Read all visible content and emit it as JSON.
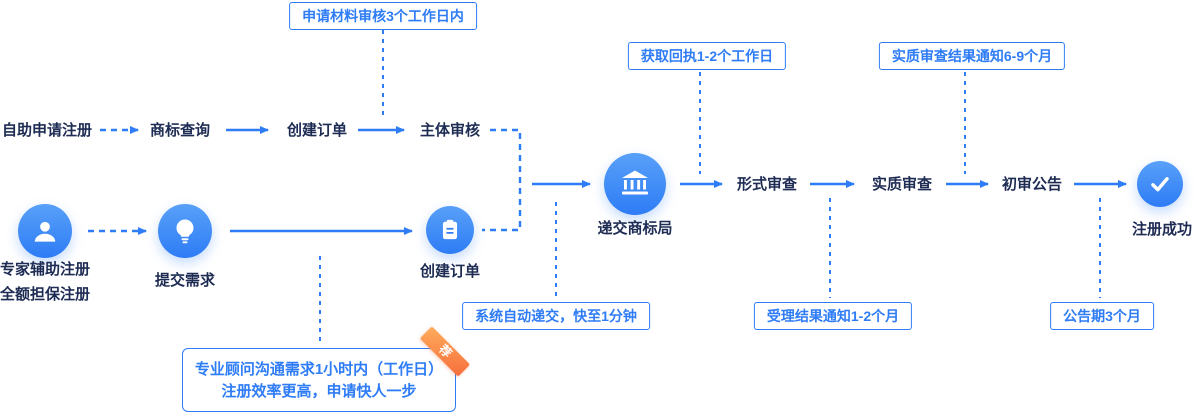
{
  "palette": {
    "accent_blue": "#2E7CF6",
    "text_dark": "#1E2C54",
    "ribbon_orange": "#F66E3C"
  },
  "nodes": {
    "self_service": "自助申请注册",
    "trademark_search": "商标查询",
    "create_order_top": "创建订单",
    "subject_review": "主体审核",
    "expert_assist": "专家辅助注册",
    "full_guarantee": "全额担保注册",
    "submit_request": "提交需求",
    "create_order_bottom": "创建订单",
    "submit_office": "递交商标局",
    "formal_review": "形式审查",
    "substantive_review": "实质审查",
    "preliminary_announcement": "初审公告",
    "register_success": "注册成功"
  },
  "callouts": {
    "material_review": "申请材料审核3个工作日内",
    "receipt": "获取回执1-2个工作日",
    "substantive_result": "实质审查结果通知6-9个月",
    "auto_submit": "系统自动递交，快至1分钟",
    "acceptance_notice": "受理结果通知1-2个月",
    "announcement_period": "公告期3个月",
    "consultant_line1": "专业顾问沟通需求1小时内（工作日）",
    "consultant_line2": "注册效率更高，申请快人一步",
    "consultant_ribbon": "荐"
  },
  "icons": {
    "expert": "user-icon",
    "submit_request": "lightbulb-icon",
    "create_order": "clipboard-icon",
    "trademark_office": "bank-icon",
    "success": "check-icon"
  }
}
